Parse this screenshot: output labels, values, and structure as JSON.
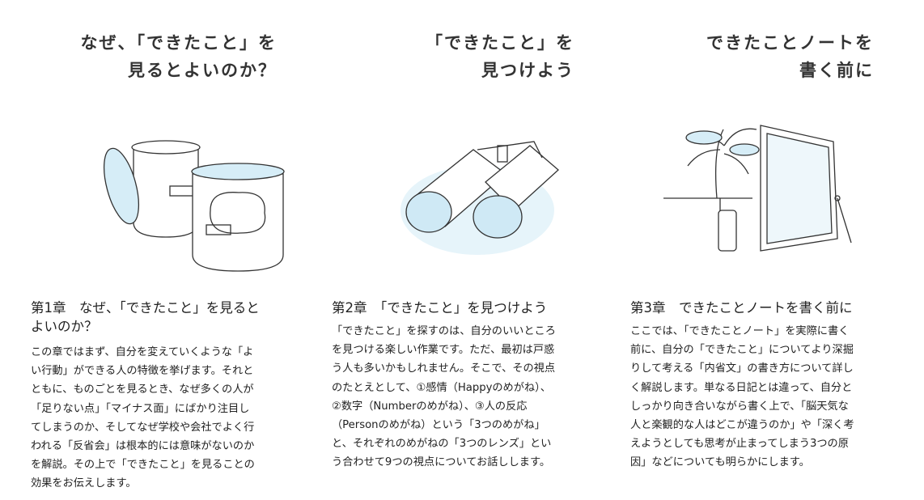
{
  "chapters": [
    {
      "title_art": [
        "なぜ、「できたこと」を",
        "見るとよいのか？"
      ],
      "illustration": "jars-illustration",
      "heading": [
        "第1章　なぜ、「できたこと」を見ると",
        "よいのか？"
      ],
      "body": [
        "この章ではまず、自分を変えていくような「よ",
        "い行動」ができる人の特徴を挙げます。それと",
        "ともに、ものごとを見るとき、なぜ多くの人が",
        "「足りない点」「マイナス面」にばかり注目し",
        "てしまうのか、そしてなぜ学校や会社でよく行",
        "われる「反省会」は根本的には意味がないのか",
        "を解説。その上で「できたこと」を見ることの",
        "効果をお伝えします。"
      ]
    },
    {
      "title_art": [
        "「できたこと」を",
        "見つけよう"
      ],
      "illustration": "binoculars-illustration",
      "heading": [
        "第2章　「できたこと」を見つけよう"
      ],
      "body": [
        "「できたこと」を探すのは、自分のいいところ",
        "を見つける楽しい作業です。ただ、最初は戸惑",
        "う人も多いかもしれません。そこで、その視点",
        "のたとえとして、①感情（Happyのめがね）、",
        "②数字（Numberのめがね）、③人の反応",
        "（Personのめがね）という「3つのめがね」",
        "と、それぞれのめがねの「3つのレンズ」とい",
        "う合わせて9つの視点についてお話しします。"
      ]
    },
    {
      "title_art": [
        "できたことノートを",
        "書く前に"
      ],
      "illustration": "mirror-plant-illustration",
      "heading": [
        "第3章　できたことノートを書く前に"
      ],
      "body": [
        "ここでは、「できたことノート」を実際に書く",
        "前に、自分の「できたこと」についてより深掘",
        "りして考える「内省文」の書き方について詳し",
        "く解説します。単なる日記とは違って、自分と",
        "しっかり向き合いながら書く上で、「脳天気な",
        "人と楽観的な人はどこが違うのか」や「深く考",
        "えようとしても思考が止まってしまう3つの原",
        "因」などについても明らかにします。"
      ]
    }
  ],
  "colors": {
    "accent": "#bfe3f2",
    "ink": "#333333"
  }
}
